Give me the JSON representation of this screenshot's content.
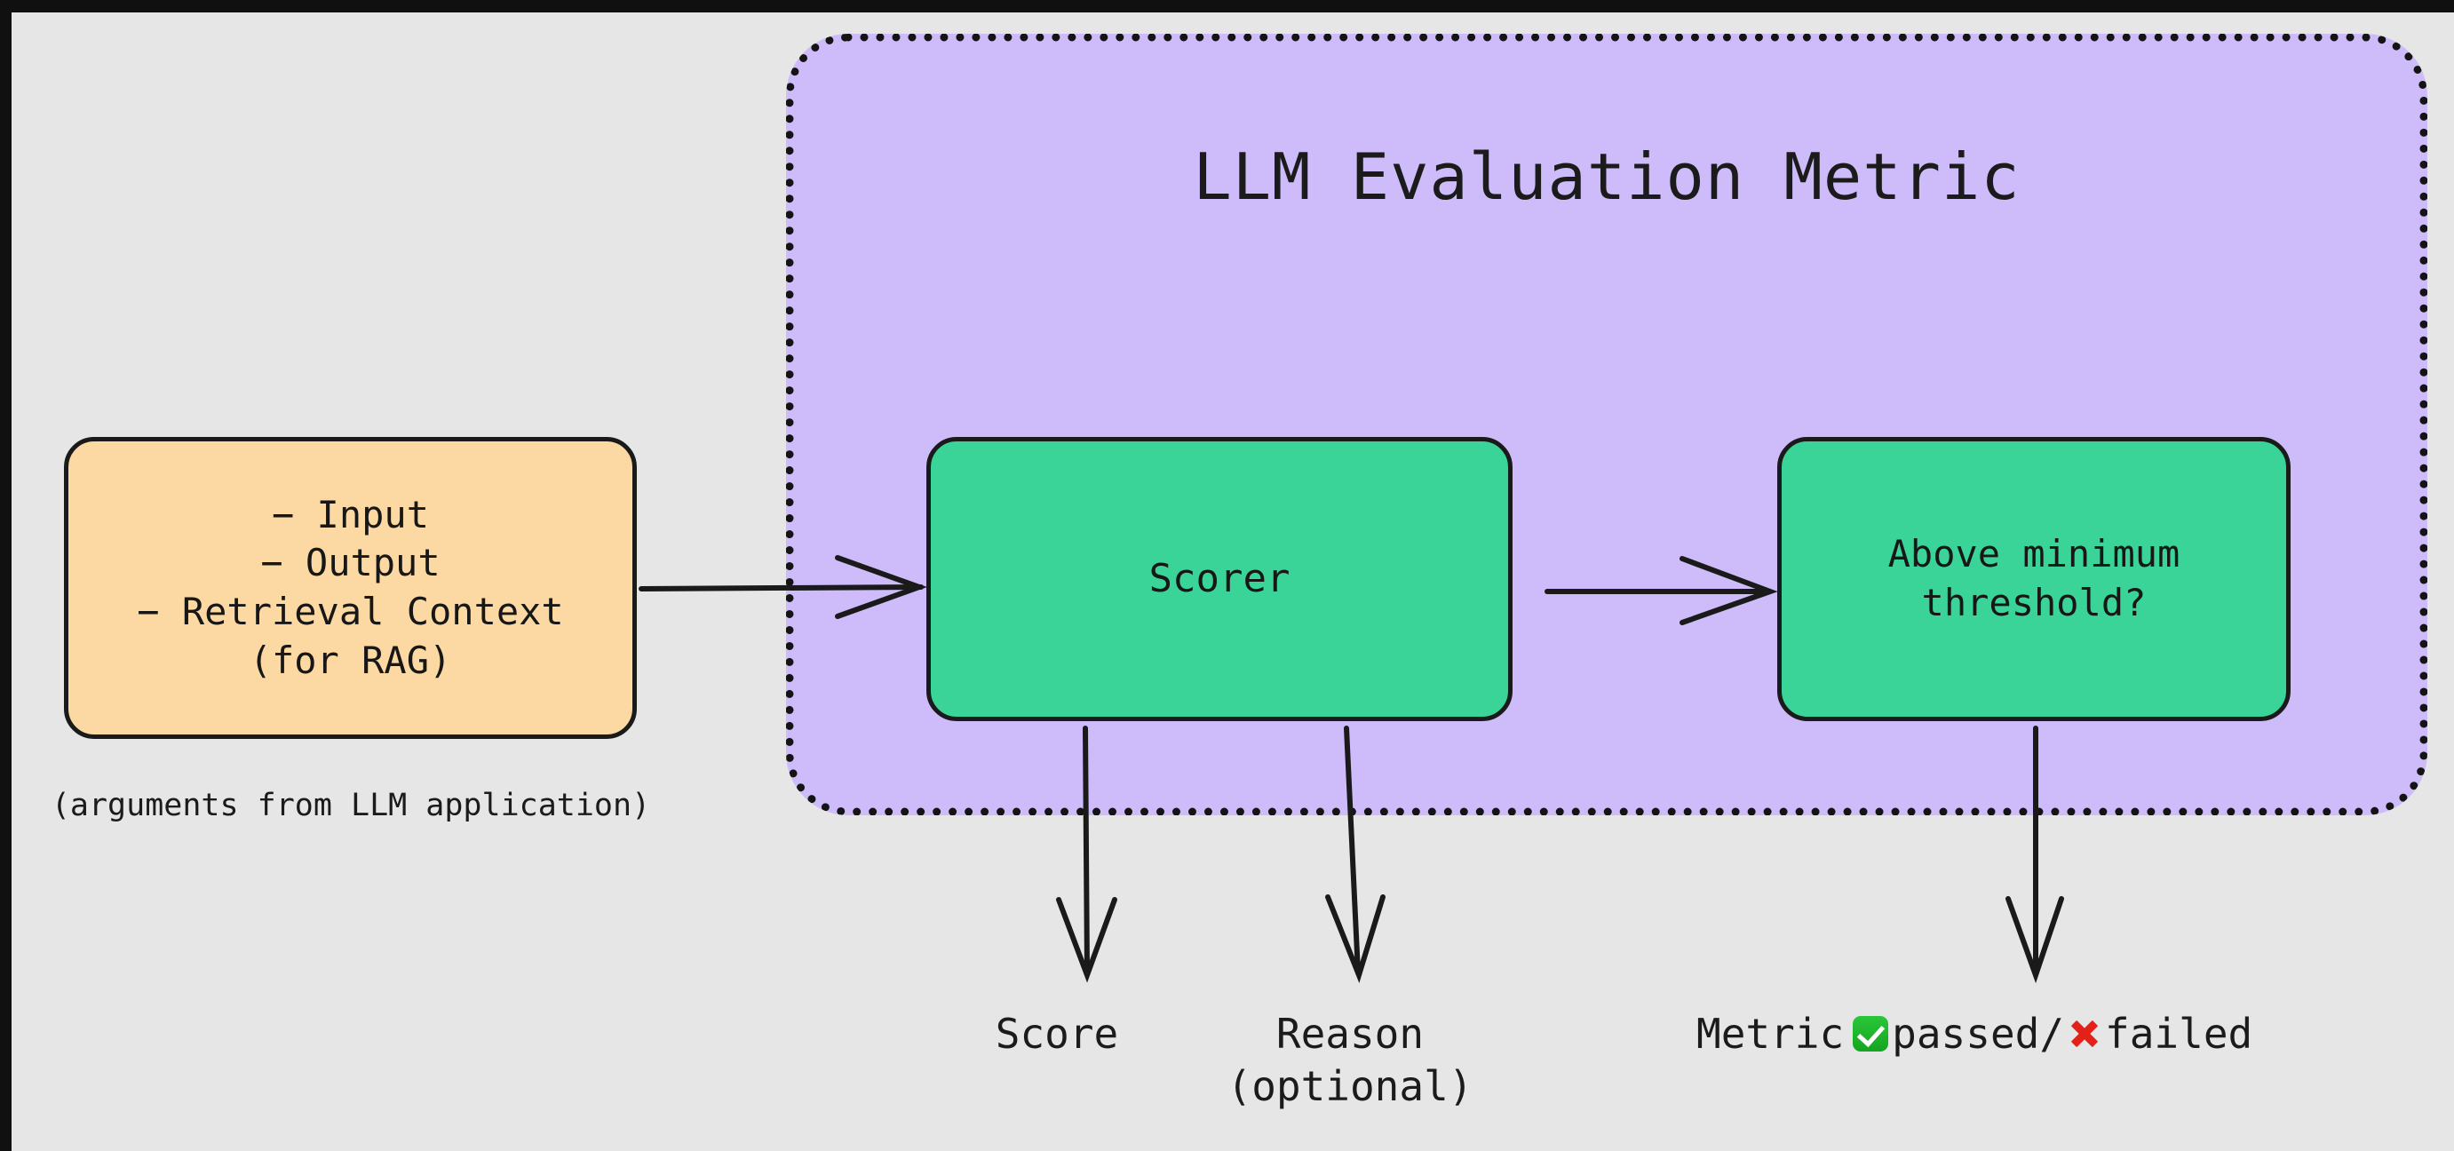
{
  "diagram": {
    "title": "LLM Evaluation Metric",
    "background_color": "#e6e6e6",
    "container_color": "#cdbbfa",
    "input_node_color": "#fcd9a2",
    "process_node_color": "#3ad498",
    "stroke_color": "#1a1a1a"
  },
  "nodes": {
    "input": {
      "label": "− Input\n− Output\n− Retrieval Context\n(for RAG)"
    },
    "scorer": {
      "label": "Scorer"
    },
    "threshold": {
      "label": "Above minimum\nthreshold?"
    }
  },
  "captions": {
    "arguments_note": "(arguments from LLM application)",
    "score": "Score",
    "reason": "Reason\n(optional)",
    "metric_prefix": "Metric",
    "metric_passed": "passed/",
    "metric_failed": "failed"
  },
  "icons": {
    "pass": "white-check-mark-icon",
    "fail": "cross-mark-icon"
  }
}
